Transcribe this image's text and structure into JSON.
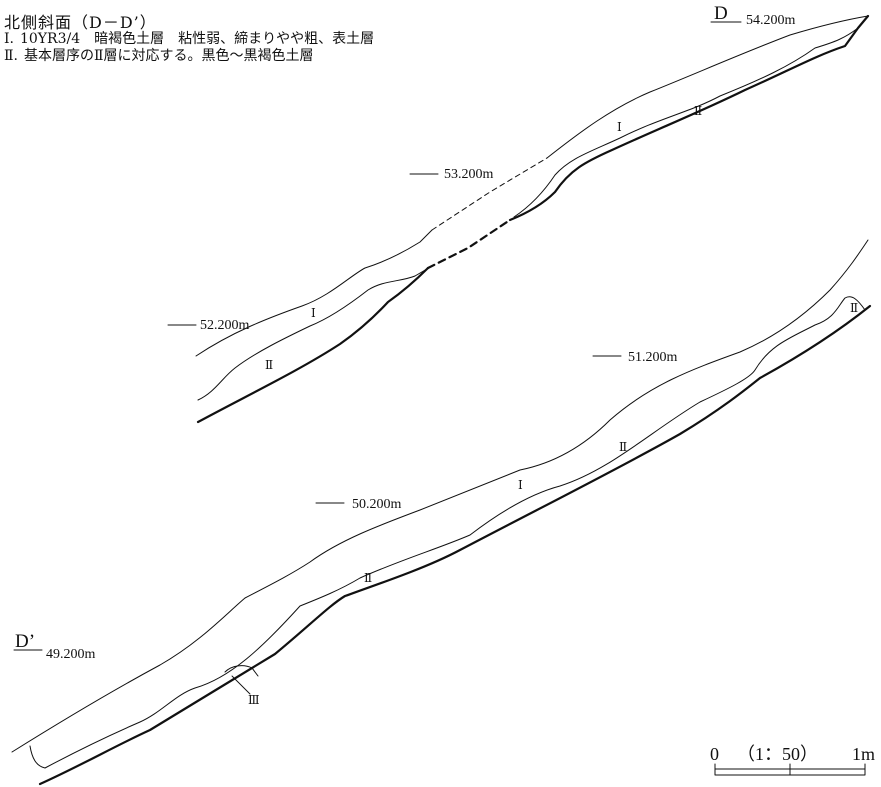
{
  "figure": {
    "title": "北側斜面（D－D’）",
    "legend": [
      {
        "roman": "Ⅰ.",
        "text": "10YR3/4　暗褐色土層　粘性弱、締まりやや粗、表土層"
      },
      {
        "roman": "Ⅱ.",
        "text": "基本層序のⅡ層に対応する。黒色～黒褐色土層"
      }
    ]
  },
  "section_marks": {
    "start": "D",
    "end": "D’"
  },
  "elevations": {
    "e54200": "54.200m",
    "e53200": "53.200m",
    "e52200": "52.200m",
    "e51200": "51.200m",
    "e50200": "50.200m",
    "e49200": "49.200m"
  },
  "layer_labels": {
    "I_upper": "Ⅰ",
    "II_upper": "Ⅱ",
    "I_upper_left": "Ⅰ",
    "II_upper_left": "Ⅱ",
    "II_lower_right": "Ⅱ",
    "II_lower_mid": "Ⅱ",
    "I_lower": "Ⅰ",
    "II_lower_left": "Ⅱ",
    "III_lower": "Ⅲ"
  },
  "scale_bar": {
    "zero": "0",
    "ratio": "（1：50）",
    "length": "1m"
  }
}
